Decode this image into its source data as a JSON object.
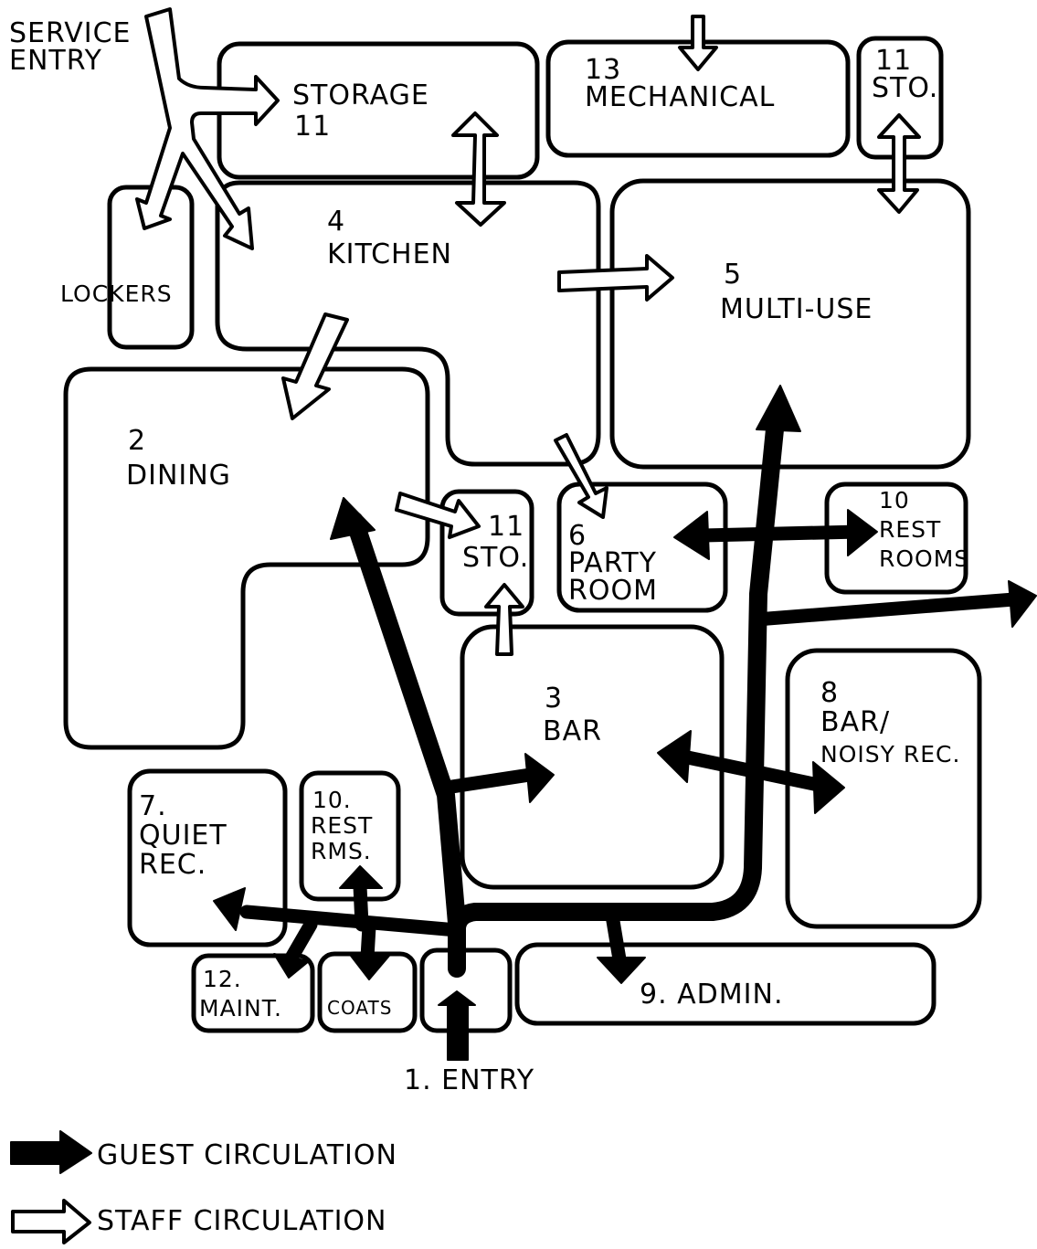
{
  "service_entry": [
    "SERVICE",
    "ENTRY"
  ],
  "rooms": {
    "storage_top": [
      "STORAGE",
      "11"
    ],
    "mechanical": [
      "13",
      "MECHANICAL"
    ],
    "sto_top_right": [
      "11",
      "STO."
    ],
    "lockers": [
      "LOCKERS"
    ],
    "kitchen": [
      "4",
      "KITCHEN"
    ],
    "multi_use": [
      "5",
      "MULTI-USE"
    ],
    "dining": [
      "2",
      "DINING"
    ],
    "sto_mid": [
      "11",
      "STO."
    ],
    "party_room": [
      "6",
      "PARTY",
      "ROOM"
    ],
    "rest_rooms_right": [
      "10",
      "REST",
      "ROOMS"
    ],
    "bar": [
      "3",
      "BAR"
    ],
    "bar_noisy": [
      "8",
      "BAR/",
      "NOISY REC."
    ],
    "quiet_rec": [
      "7.",
      "QUIET",
      "REC."
    ],
    "rest_rms": [
      "10.",
      "REST",
      "RMS."
    ],
    "maint": [
      "12.",
      "MAINT."
    ],
    "coats": [
      "COATS"
    ],
    "admin": [
      "9. ADMIN."
    ]
  },
  "entry_label": "1. ENTRY",
  "legend": {
    "guest": "GUEST CIRCULATION",
    "staff": "STAFF CIRCULATION"
  }
}
